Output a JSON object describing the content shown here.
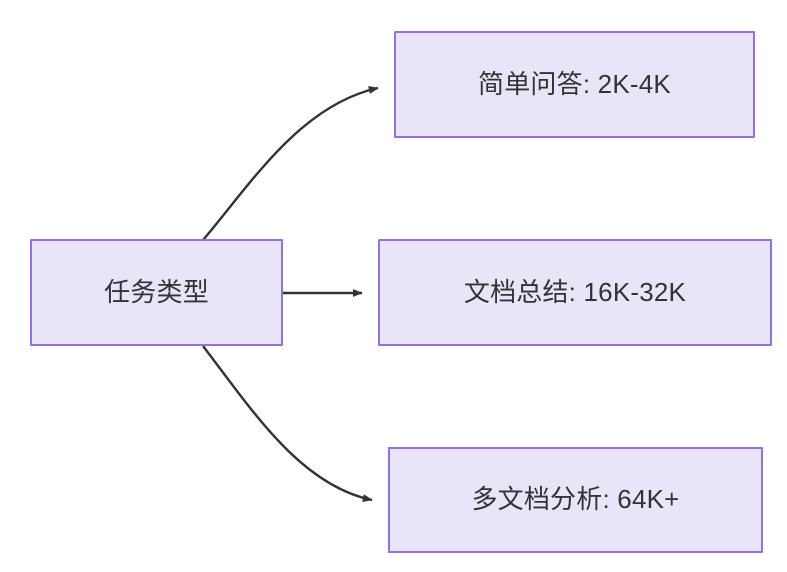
{
  "diagram": {
    "type": "flowchart",
    "direction": "left-to-right",
    "background_color": "#ffffff",
    "node_fill_color": "#e9e5f9",
    "node_border_color": "#9370db",
    "node_text_color": "#333333",
    "edge_color": "#333333",
    "nodes": [
      {
        "id": "root",
        "label": "任务类型"
      },
      {
        "id": "simple",
        "label": "简单问答: 2K-4K"
      },
      {
        "id": "doc",
        "label": "文档总结: 16K-32K"
      },
      {
        "id": "multi",
        "label": "多文档分析: 64K+"
      }
    ],
    "edges": [
      {
        "id": "edge-root-simple",
        "from": "root",
        "to": "simple",
        "label": "",
        "style": "curved-arrow"
      },
      {
        "id": "edge-root-doc",
        "from": "root",
        "to": "doc",
        "label": "",
        "style": "straight-arrow"
      },
      {
        "id": "edge-root-multi",
        "from": "root",
        "to": "multi",
        "label": "",
        "style": "curved-arrow"
      }
    ]
  }
}
